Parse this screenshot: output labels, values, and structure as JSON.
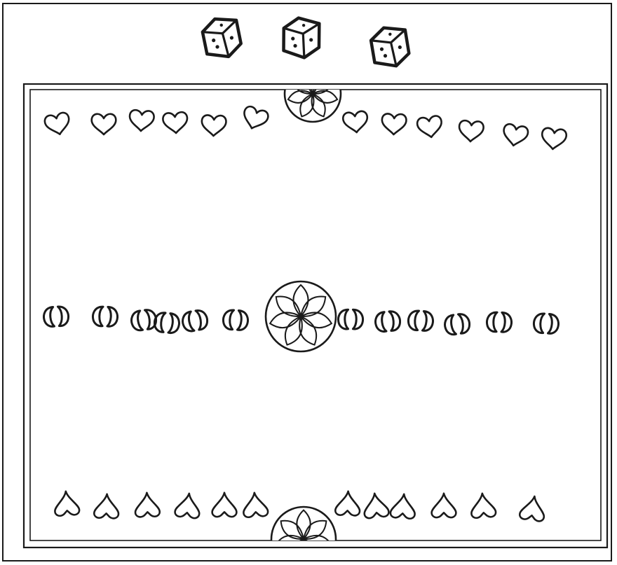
{
  "figure": {
    "ink_color": "#1a1a1a",
    "paper_color": "#ffffff",
    "dice": [
      {
        "face": "two-dots-and-one-dot",
        "icon": "die-icon"
      },
      {
        "face": "two-dots-and-one-dot",
        "icon": "die-icon"
      },
      {
        "face": "two-dots-and-one-dot",
        "icon": "die-icon"
      }
    ],
    "rosettes": [
      {
        "icon": "rosette-icon",
        "position": "top-edge"
      },
      {
        "icon": "rosette-icon",
        "position": "center"
      },
      {
        "icon": "rosette-icon",
        "position": "bottom-edge"
      }
    ],
    "rows": [
      {
        "name": "top",
        "symbol": "heart",
        "icon": "heart-icon",
        "count_left": 6,
        "count_right": 6
      },
      {
        "name": "middle",
        "symbol": "split-circle",
        "icon": "split-circle-icon",
        "count_left": 6,
        "count_right": 6
      },
      {
        "name": "bottom",
        "symbol": "spade",
        "icon": "spade-icon",
        "count_left": 6,
        "count_right": 6
      }
    ]
  }
}
